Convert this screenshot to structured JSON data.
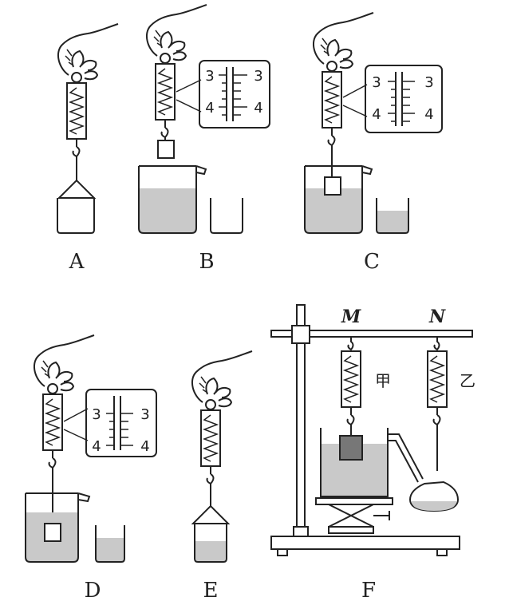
{
  "panels": [
    {
      "label": "A"
    },
    {
      "label": "B",
      "scale": {
        "top": "3",
        "bottom": "4"
      }
    },
    {
      "label": "C",
      "scale": {
        "top": "3",
        "bottom": "4"
      }
    },
    {
      "label": "D",
      "scale": {
        "top": "3",
        "bottom": "4"
      }
    },
    {
      "label": "E"
    },
    {
      "label": "F",
      "left_marker": "M",
      "right_marker": "N",
      "left_meter": "甲",
      "right_meter": "乙"
    }
  ]
}
